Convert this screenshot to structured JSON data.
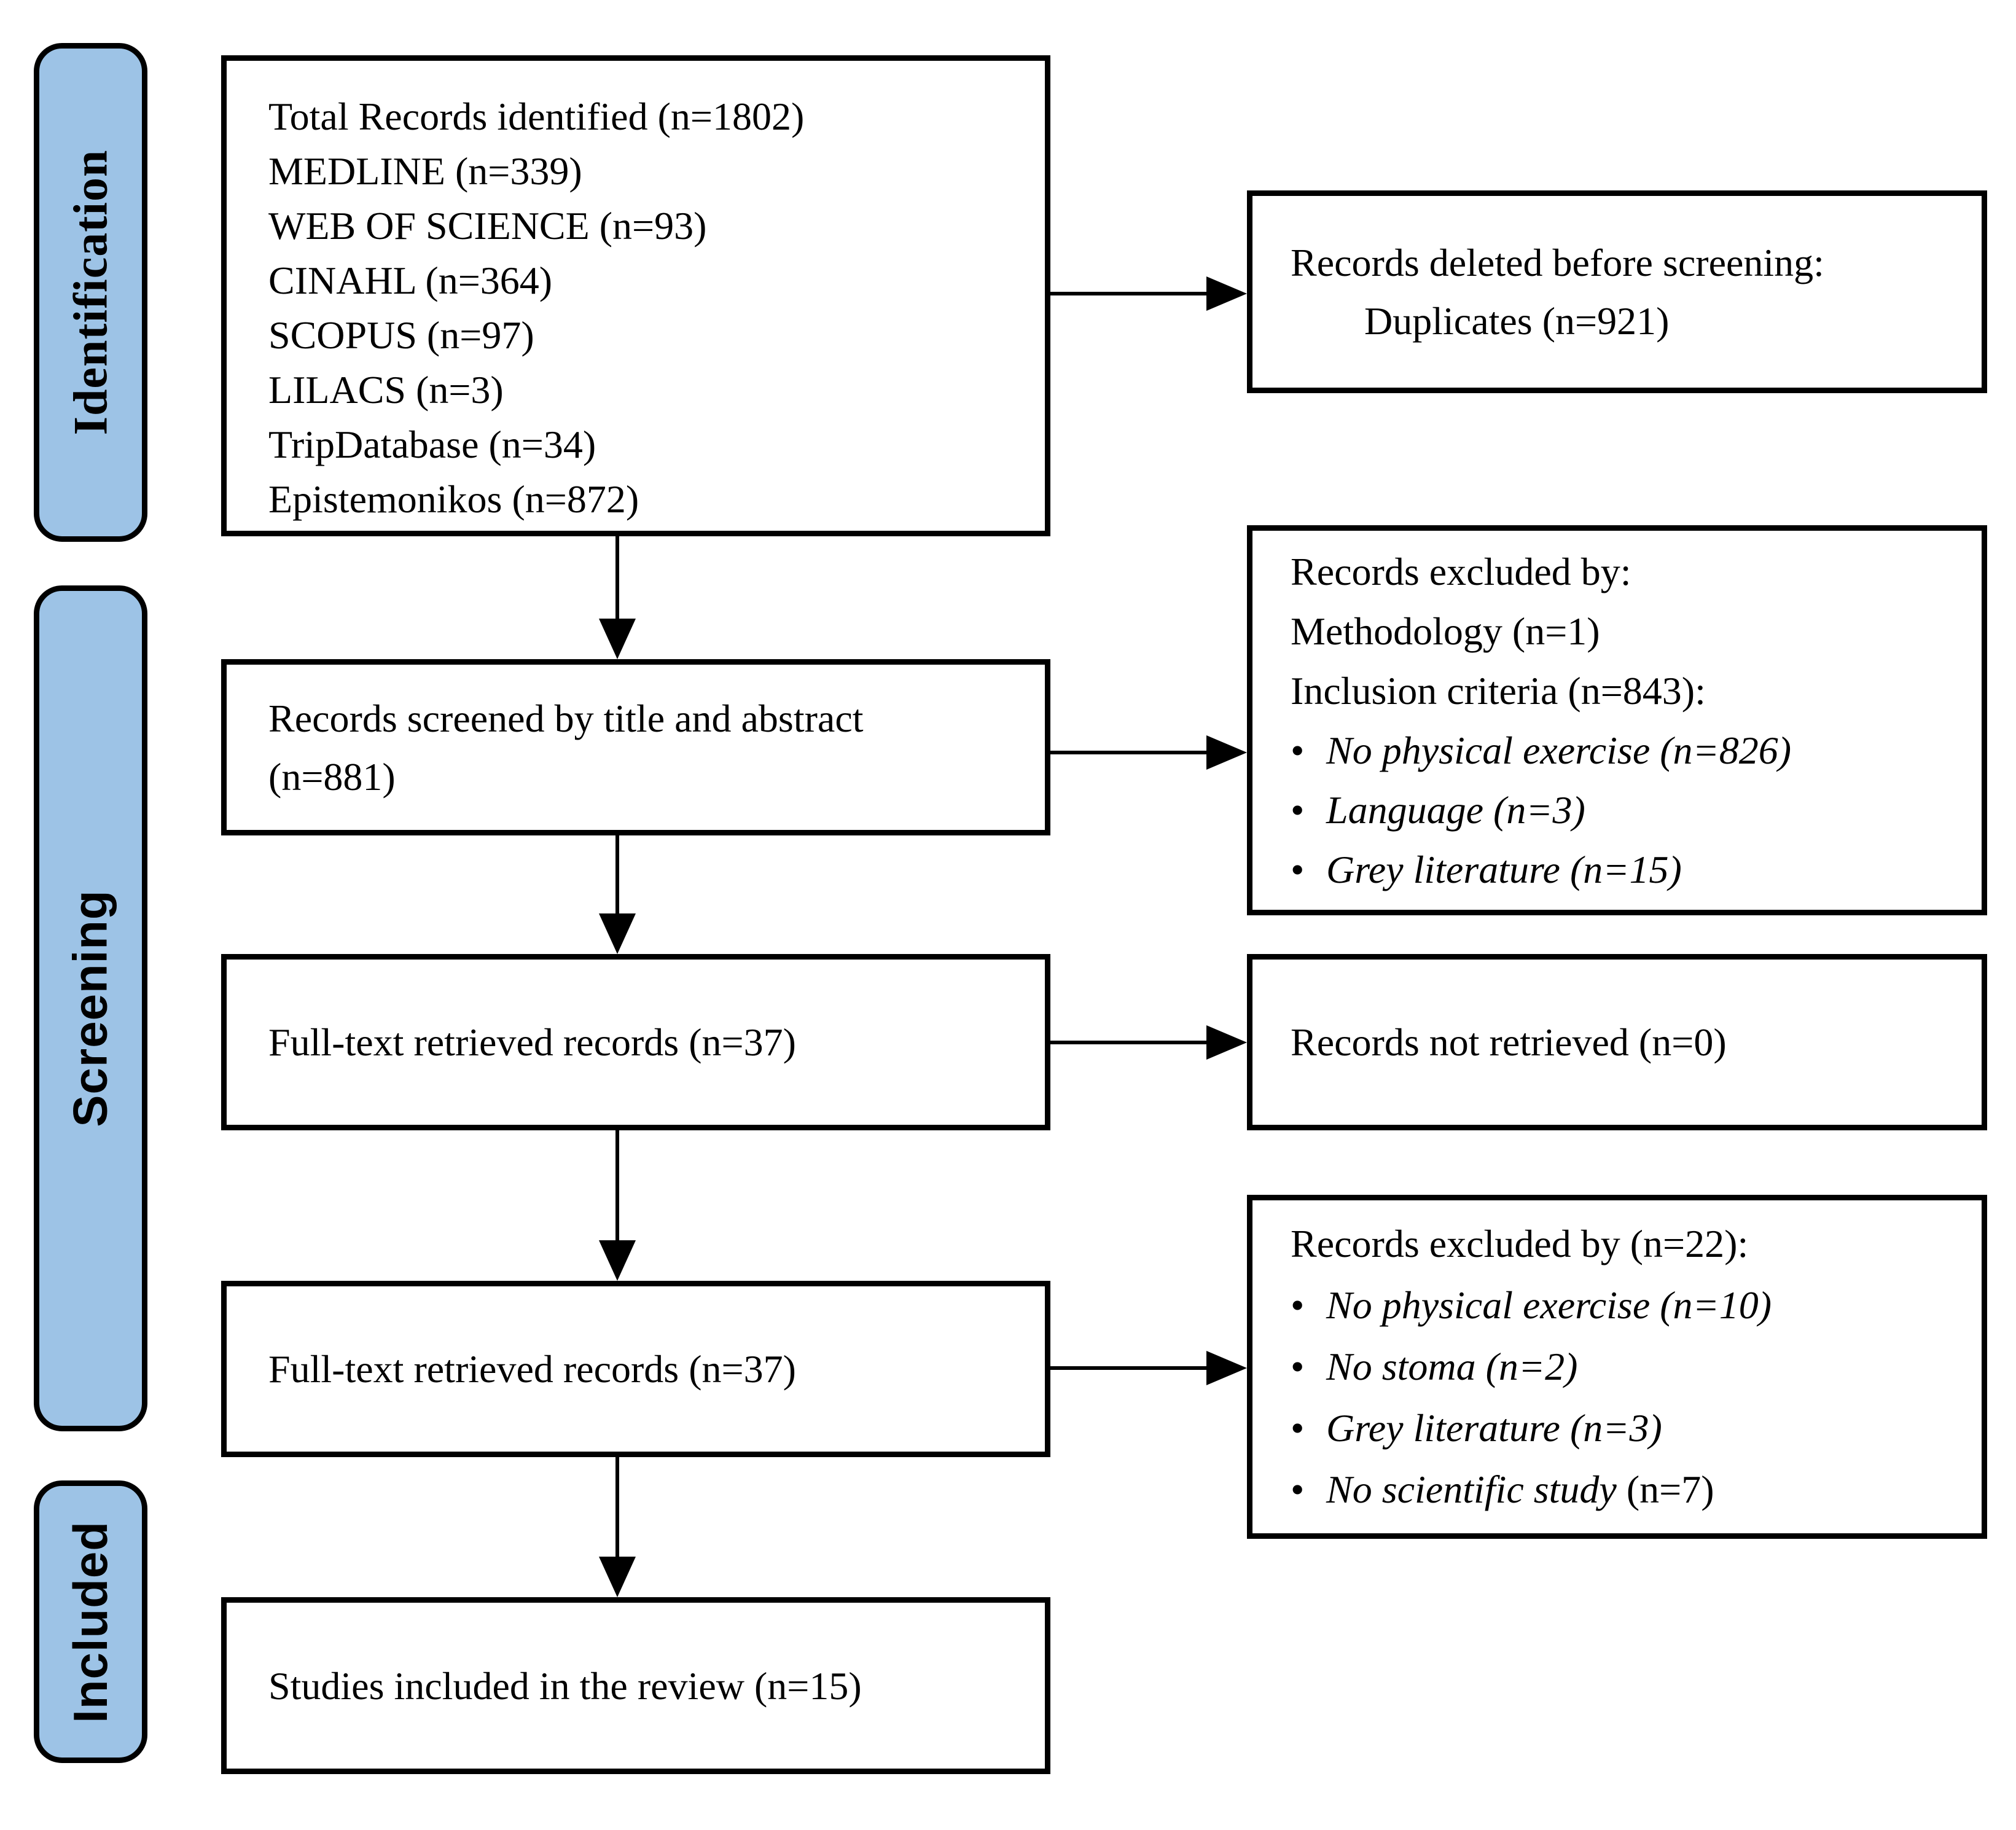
{
  "palette": {
    "accent_blue": "#9DC3E6",
    "border_black": "#000000",
    "box_white": "#FFFFFF"
  },
  "sidebar": {
    "stages": [
      {
        "label": "Identification"
      },
      {
        "label": "Screening"
      },
      {
        "label": "Included"
      }
    ]
  },
  "flow": {
    "main_boxes": [
      {
        "id": "identified",
        "lines": [
          {
            "text": "Total Records identified (n=1802)"
          },
          {
            "text": "MEDLINE (n=339)"
          },
          {
            "text": "WEB OF SCIENCE (n=93)"
          },
          {
            "text": "CINAHL (n=364)"
          },
          {
            "text": "SCOPUS (n=97)"
          },
          {
            "text": "LILACS (n=3)"
          },
          {
            "text": "TripDatabase (n=34)"
          },
          {
            "text": "Epistemonikos (n=872)"
          }
        ]
      },
      {
        "id": "screened",
        "lines": [
          {
            "text": "Records screened by title and abstract"
          },
          {
            "text": "(n=881)"
          }
        ]
      },
      {
        "id": "fulltext_1",
        "lines": [
          {
            "text": "Full-text retrieved records (n=37)"
          }
        ]
      },
      {
        "id": "fulltext_2",
        "lines": [
          {
            "text": "Full-text retrieved records (n=37)"
          }
        ]
      },
      {
        "id": "included",
        "lines": [
          {
            "text": "Studies included in the review (n=15)"
          }
        ]
      }
    ],
    "side_boxes": [
      {
        "id": "deleted",
        "lines": [
          {
            "text": "Records deleted before screening:"
          },
          {
            "text": "Duplicates (n=921)",
            "indent": true
          }
        ]
      },
      {
        "id": "excluded_1",
        "lines": [
          {
            "text": "Records excluded by:"
          },
          {
            "text": "Methodology (n=1)"
          },
          {
            "text": "Inclusion criteria (n=843):"
          },
          {
            "bullet": true,
            "italic": "No physical exercise (n=826)"
          },
          {
            "bullet": true,
            "italic": "Language (n=3)"
          },
          {
            "bullet": true,
            "italic": "Grey literature (n=15)"
          }
        ]
      },
      {
        "id": "not_retrieved",
        "lines": [
          {
            "text": "Records not retrieved (n=0)"
          }
        ]
      },
      {
        "id": "excluded_2",
        "lines": [
          {
            "text": "Records excluded by (n=22):"
          },
          {
            "bullet": true,
            "italic": "No physical exercise (n=10)"
          },
          {
            "bullet": true,
            "italic": "No stoma (n=2)"
          },
          {
            "bullet": true,
            "italic": "Grey literature (n=3)"
          },
          {
            "bullet": true,
            "italic": "No scientific study",
            "suffix": " (n=7)"
          }
        ]
      }
    ]
  }
}
